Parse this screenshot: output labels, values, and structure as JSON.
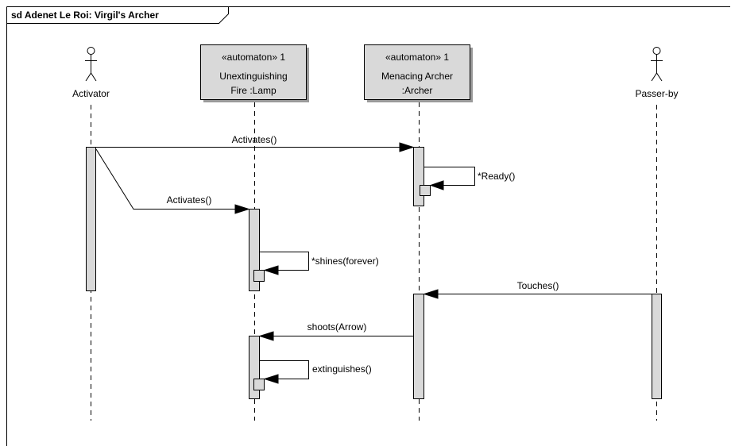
{
  "frame": {
    "title": "sd Adenet Le Roi: Virgil's Archer"
  },
  "actors": [
    {
      "id": "activator",
      "name": "Activator"
    },
    {
      "id": "passer_by",
      "name": "Passer-by"
    }
  ],
  "objects": [
    {
      "id": "lamp",
      "stereotype": "«automaton» 1",
      "line1": "Unextinguishing",
      "line2": "Fire :Lamp"
    },
    {
      "id": "archer",
      "stereotype": "«automaton» 1",
      "line1": "Menacing Archer",
      "line2": ":Archer"
    }
  ],
  "messages": [
    {
      "id": "m1",
      "label": "Activates()",
      "from": "Activator",
      "to": "Menacing Archer :Archer"
    },
    {
      "id": "m2",
      "label": "*Ready()",
      "from": "Menacing Archer :Archer",
      "to": "Menacing Archer :Archer"
    },
    {
      "id": "m3",
      "label": "Activates()",
      "from": "Activator",
      "to": "Unextinguishing Fire :Lamp"
    },
    {
      "id": "m4",
      "label": "*shines(forever)",
      "from": "Unextinguishing Fire :Lamp",
      "to": "Unextinguishing Fire :Lamp"
    },
    {
      "id": "m5",
      "label": "Touches()",
      "from": "Passer-by",
      "to": "Menacing Archer :Archer"
    },
    {
      "id": "m6",
      "label": "shoots(Arrow)",
      "from": "Menacing Archer :Archer",
      "to": "Unextinguishing Fire :Lamp"
    },
    {
      "id": "m7",
      "label": "extinguishes()",
      "from": "Unextinguishing Fire :Lamp",
      "to": "Unextinguishing Fire :Lamp"
    }
  ]
}
